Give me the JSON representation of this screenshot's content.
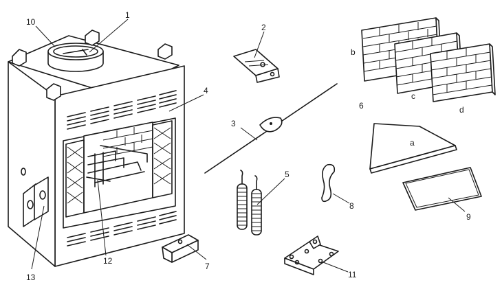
{
  "callouts": [
    {
      "id": "1",
      "text": "1"
    },
    {
      "id": "2",
      "text": "2"
    },
    {
      "id": "3",
      "text": "3"
    },
    {
      "id": "4",
      "text": "4"
    },
    {
      "id": "5",
      "text": "5"
    },
    {
      "id": "6",
      "text": "6"
    },
    {
      "id": "7",
      "text": "7"
    },
    {
      "id": "8",
      "text": "8"
    },
    {
      "id": "9",
      "text": "9"
    },
    {
      "id": "10",
      "text": "10"
    },
    {
      "id": "11",
      "text": "11"
    },
    {
      "id": "12",
      "text": "12"
    },
    {
      "id": "13",
      "text": "13"
    }
  ],
  "sublabels": {
    "a": "a",
    "b": "b",
    "c": "c",
    "d": "d"
  },
  "colors": {
    "line": "#1a1a1a",
    "background": "#ffffff"
  }
}
